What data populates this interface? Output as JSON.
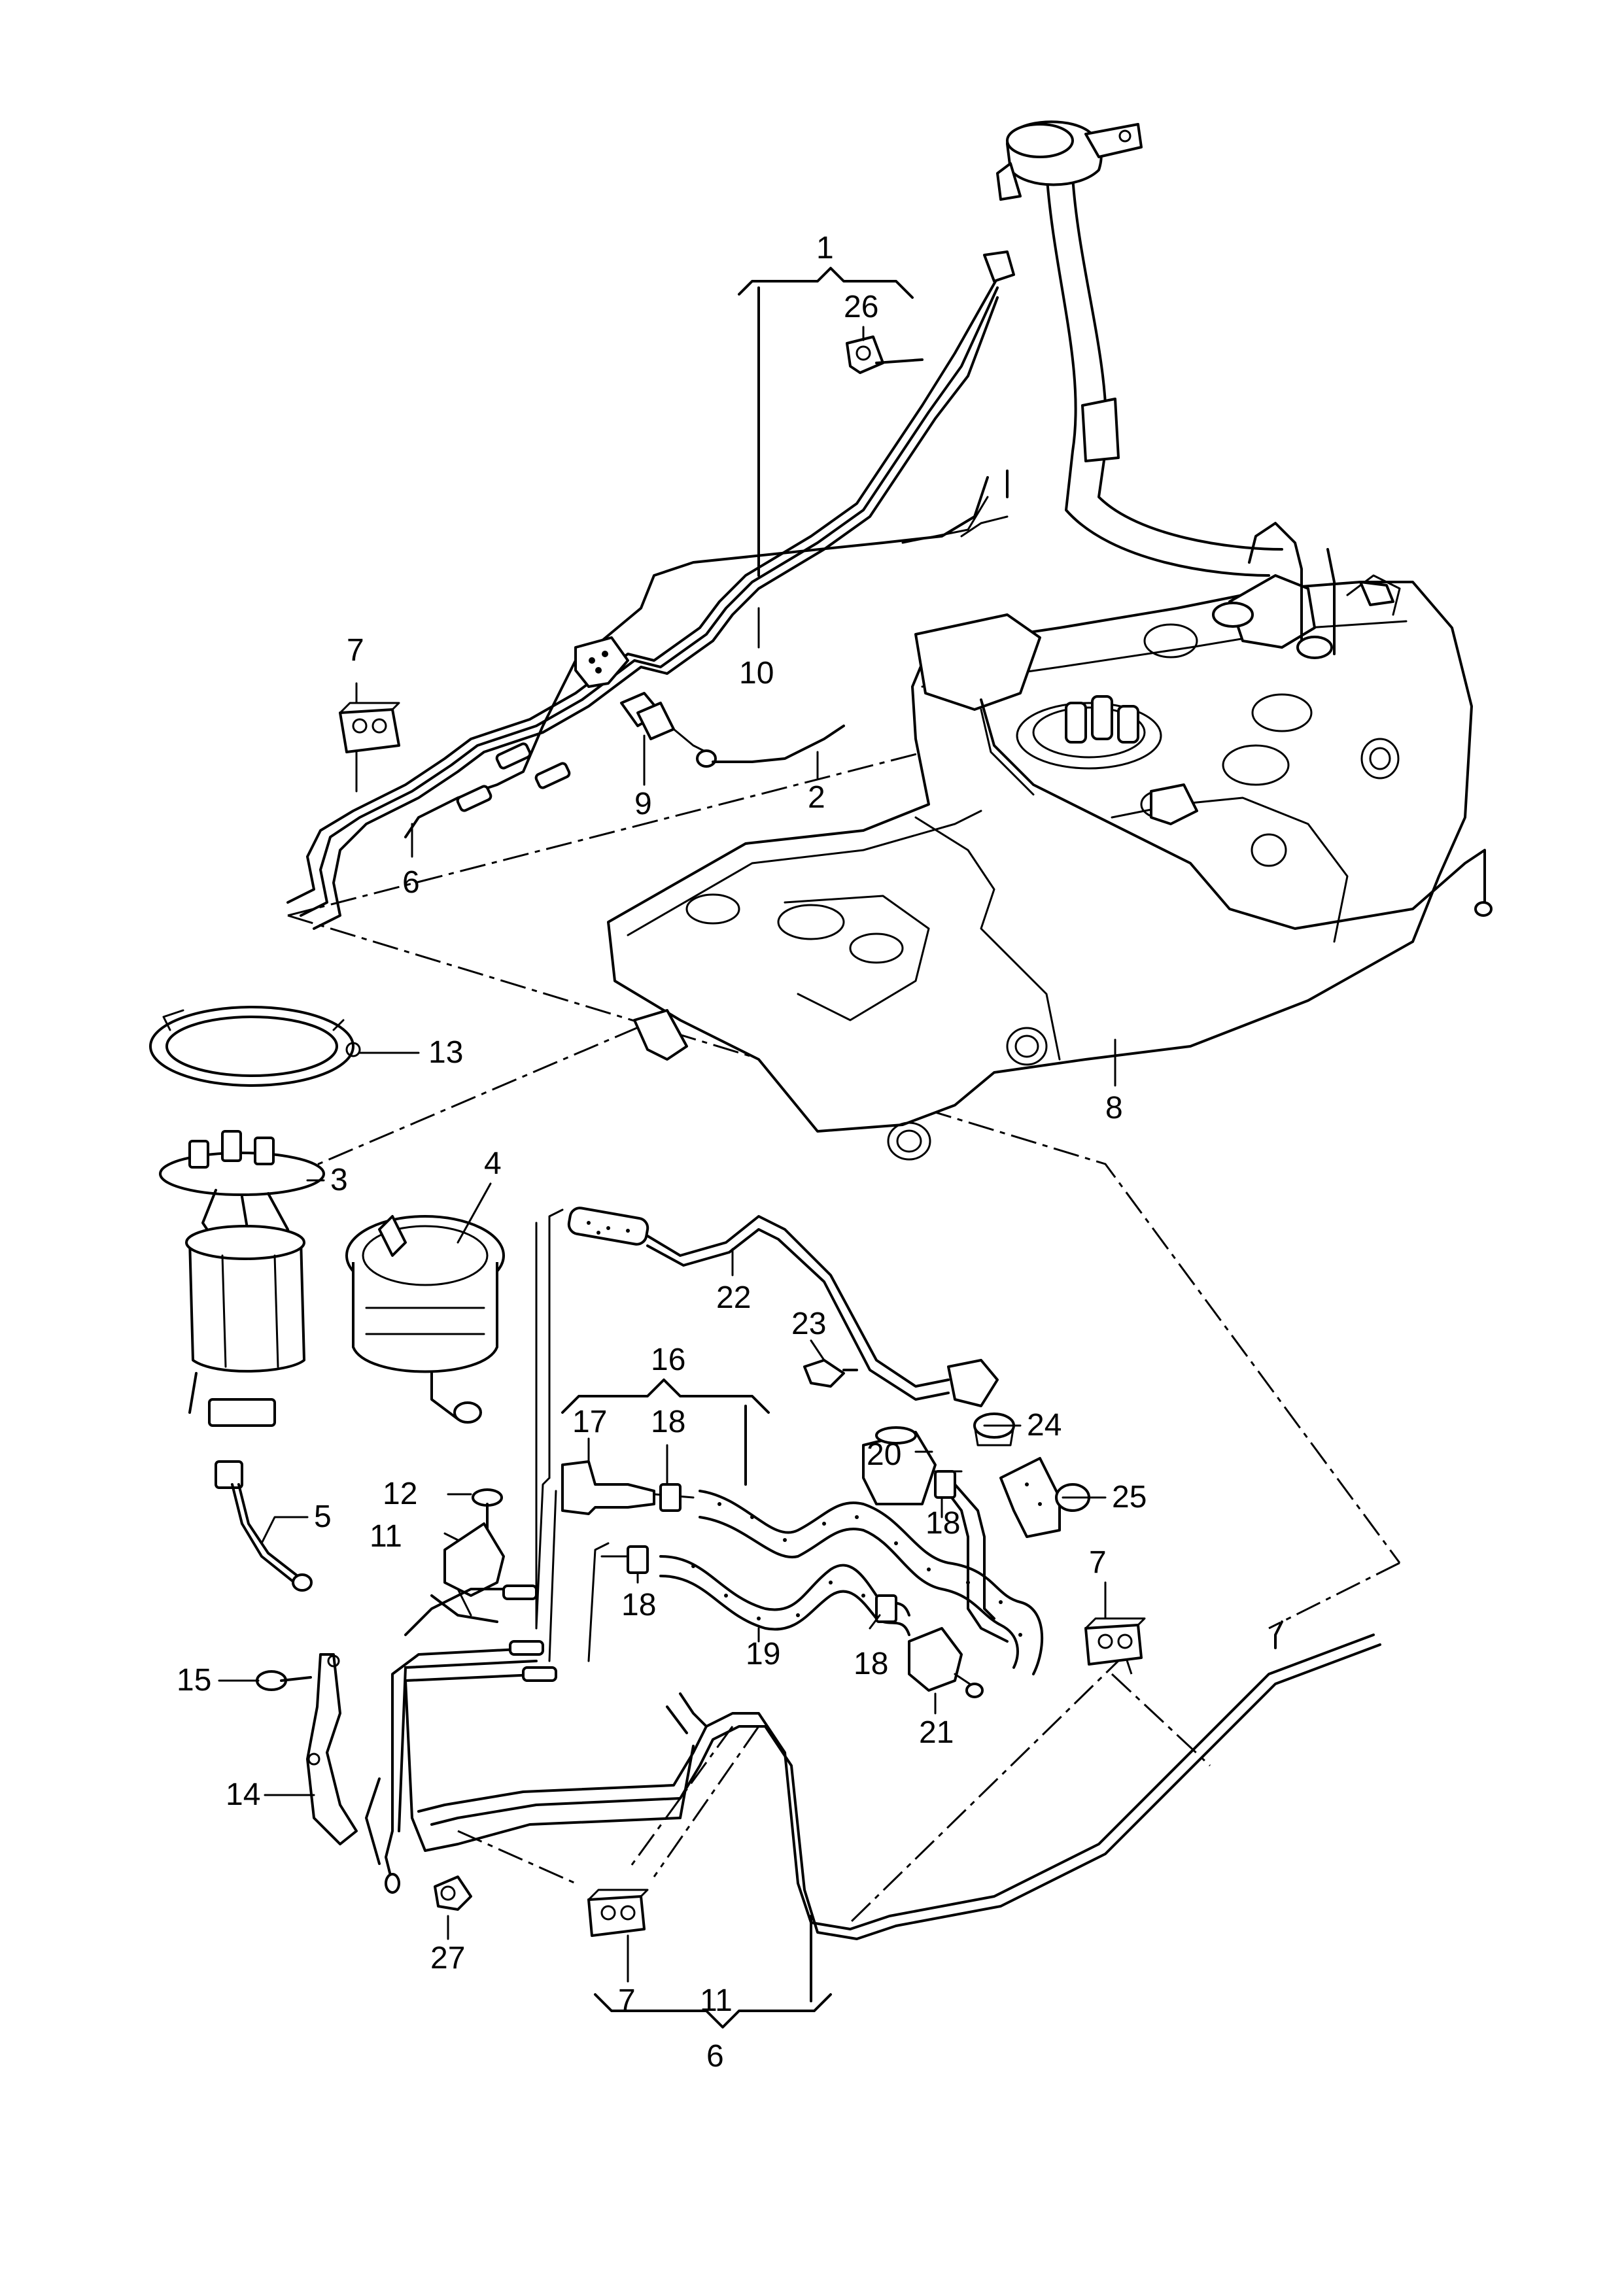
{
  "labels": {
    "l1": "1",
    "l2": "2",
    "l3": "3",
    "l4": "4",
    "l5": "5",
    "l6a": "6",
    "l6b": "6",
    "l7a": "7",
    "l7b": "7",
    "l7c": "7",
    "l8": "8",
    "l9": "9",
    "l10": "10",
    "l11a": "11",
    "l11b": "11",
    "l12": "12",
    "l13": "13",
    "l14": "14",
    "l15": "15",
    "l16": "16",
    "l17": "17",
    "l18a": "18",
    "l18b": "18",
    "l18c": "18",
    "l18d": "18",
    "l19": "19",
    "l20": "20",
    "l21": "21",
    "l22": "22",
    "l23": "23",
    "l24": "24",
    "l25": "25",
    "l26": "26",
    "l27": "27"
  }
}
